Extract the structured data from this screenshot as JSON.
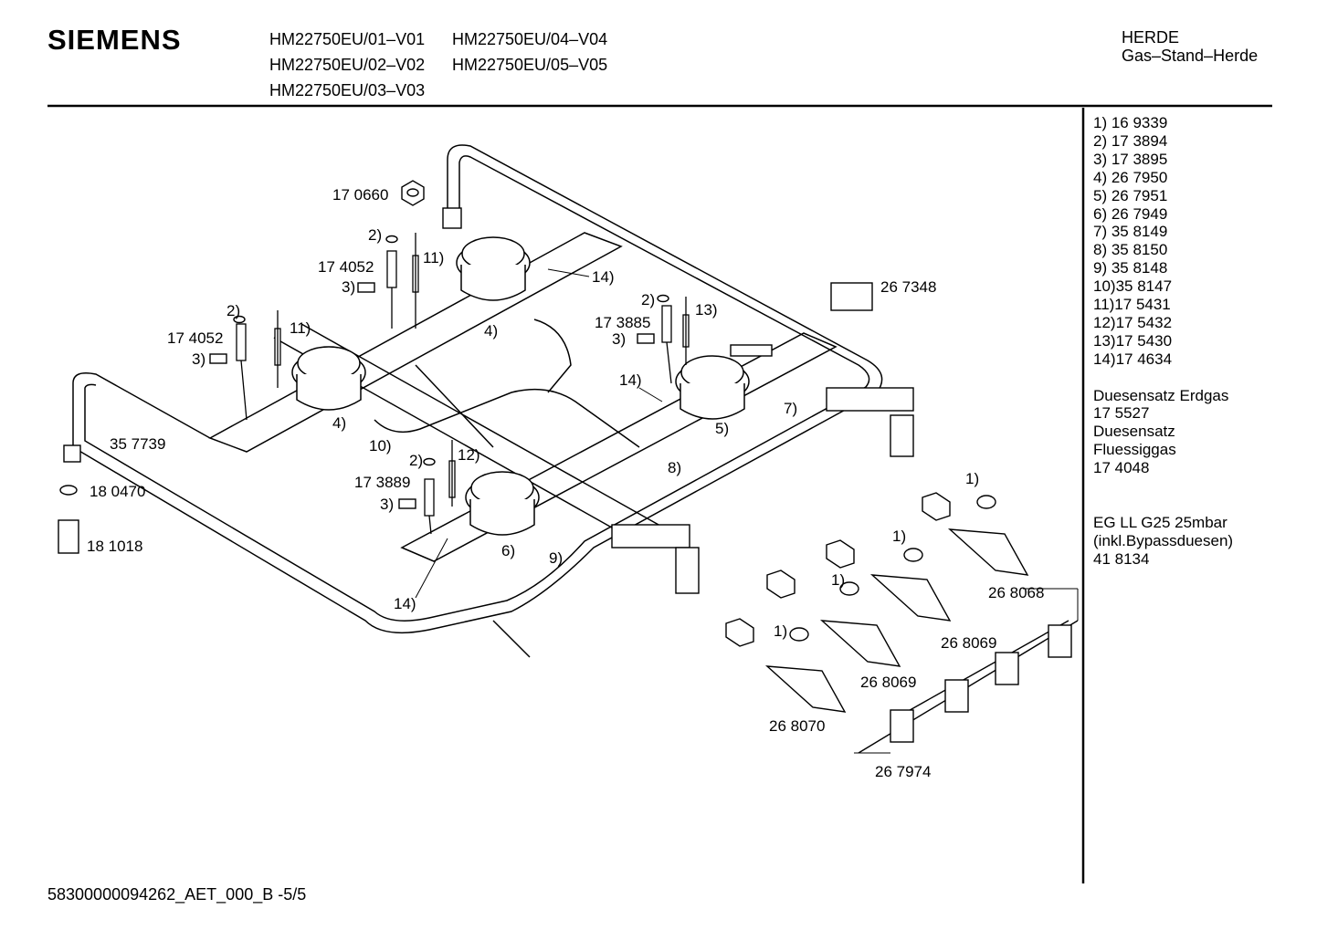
{
  "header": {
    "brand": "SIEMENS",
    "models": [
      "HM22750EU/01–V01",
      "HM22750EU/02–V02",
      "HM22750EU/03–V03",
      "HM22750EU/04–V04",
      "HM22750EU/05–V05"
    ],
    "category": "HERDE",
    "subcategory": "Gas–Stand–Herde"
  },
  "legend": {
    "parts": [
      "1) 16 9339",
      "2) 17 3894",
      "3) 17 3895",
      "4) 26 7950",
      "5) 26 7951",
      "6) 26 7949",
      "7) 35 8149",
      "8) 35 8150",
      "9) 35 8148",
      "10)35 8147",
      "11)17 5431",
      "12)17 5432",
      "13)17 5430",
      "14)17 4634"
    ],
    "kit1": [
      "Duesensatz Erdgas",
      "17 5527",
      "Duesensatz",
      "Fluessiggas",
      "17 4048"
    ],
    "kit2": [
      "EG LL G25 25mbar",
      "(inkl.Bypassduesen)",
      "41 8134"
    ]
  },
  "callouts": {
    "c170660": "17 0660",
    "c2a": "2)",
    "c174052a": "17 4052",
    "c3a": "3)",
    "c11a": "11)",
    "c2b": "2)",
    "c174052b": "17 4052",
    "c3b": "3)",
    "c11b": "11)",
    "c14a": "14)",
    "c4a": "4)",
    "c4b": "4)",
    "c267348": "26 7348",
    "c2c": "2)",
    "c13": "13)",
    "c173885": "17 3885",
    "c3c": "3)",
    "c14b": "14)",
    "c5": "5)",
    "c7": "7)",
    "c357739": "35 7739",
    "c180470": "18 0470",
    "c181018": "18 1018",
    "c10": "10)",
    "c2d": "2)",
    "c12": "12)",
    "c173889": "17 3889",
    "c3d": "3)",
    "c8": "8)",
    "c6": "6)",
    "c9": "9)",
    "c14c": "14)",
    "c1a": "1)",
    "c268068": "26 8068",
    "c1b": "1)",
    "c268069a": "26 8069",
    "c1c": "1)",
    "c268069b": "26 8069",
    "c1d": "1)",
    "c268070": "26 8070",
    "c267974": "26 7974"
  },
  "footer": {
    "code": "58300000094262_AET_000_B",
    "page": "-5/5"
  }
}
